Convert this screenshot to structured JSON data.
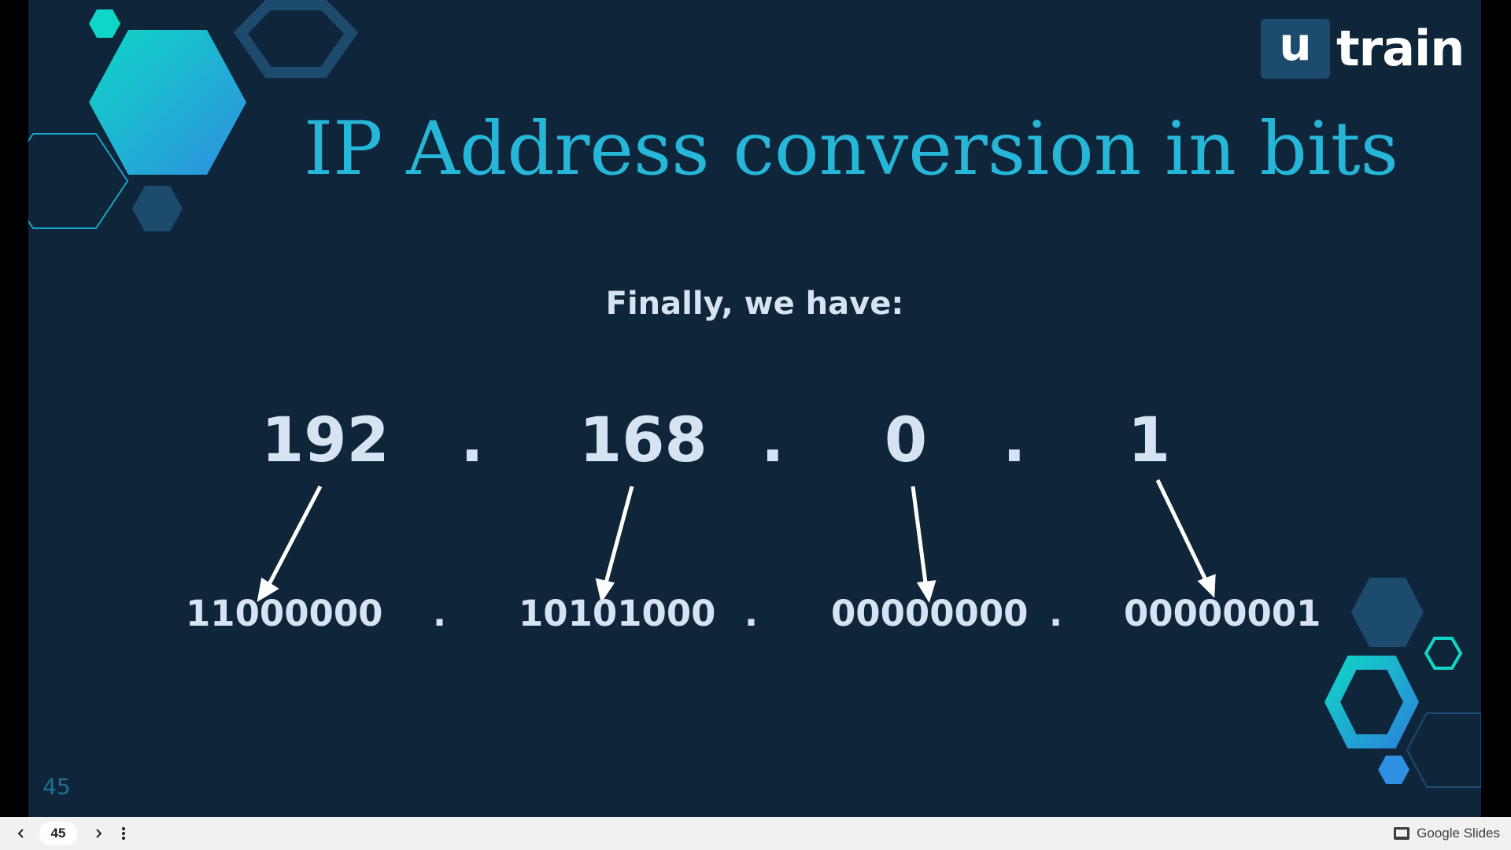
{
  "logo": {
    "mark": "u",
    "word": "train"
  },
  "slide": {
    "title": "IP Address conversion in bits",
    "subtitle": "Finally, we have:",
    "octets": [
      "192",
      "168",
      "0",
      "1"
    ],
    "binary": [
      "11000000",
      "10101000",
      "00000000",
      "00000001"
    ],
    "separator": ".",
    "number": "45"
  },
  "viewer": {
    "page": "45",
    "brand": "Google Slides",
    "icons": [
      "chevron-left-icon",
      "chevron-right-icon",
      "more-vert-icon",
      "slides-icon"
    ]
  },
  "colors": {
    "background": "#0e253a",
    "title": "#26b6d8",
    "text": "#d5e3f2",
    "accent_teal": "#0fd6c6",
    "accent_blue": "#2f8fe0",
    "hex_dark": "#1d4b6e",
    "viewer_bar": "#f1f1f1"
  }
}
